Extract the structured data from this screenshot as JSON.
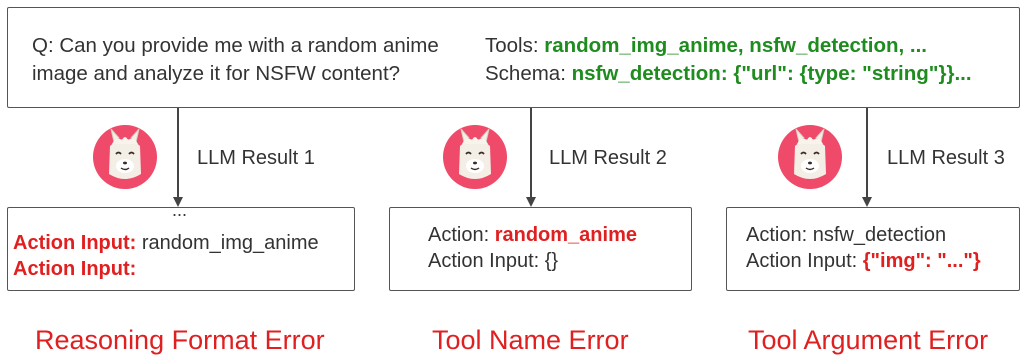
{
  "query": {
    "line1": "Q: Can you provide me with a random anime",
    "line2": "image and analyze it for NSFW content?"
  },
  "tools": {
    "tools_label": "Tools: ",
    "tools_value": "random_img_anime, nsfw_detection, ...",
    "schema_label": "Schema: ",
    "schema_value": "nsfw_detection: {\"url\": {type: \"string\"}}..."
  },
  "results": [
    {
      "label": "LLM Result 1",
      "ellipsis": "...",
      "line1_key": "Action Input:",
      "line1_value": " random_img_anime",
      "line2_key": "Action Input:",
      "error": "Reasoning Format Error"
    },
    {
      "label": "LLM Result 2",
      "line1_prefix": "Action: ",
      "line1_value": "random_anime",
      "line2": "Action Input: {}",
      "error": "Tool Name Error"
    },
    {
      "label": "LLM Result 3",
      "line1": "Action: nsfw_detection",
      "line2_prefix": "Action Input: ",
      "line2_value": "{\"img\": \"...\"}",
      "error": "Tool Argument Error"
    }
  ],
  "colors": {
    "green": "#1e8c1e",
    "red": "#e02020",
    "llama_bg": "#ef4a6a"
  },
  "icons": [
    "llama-icon"
  ]
}
